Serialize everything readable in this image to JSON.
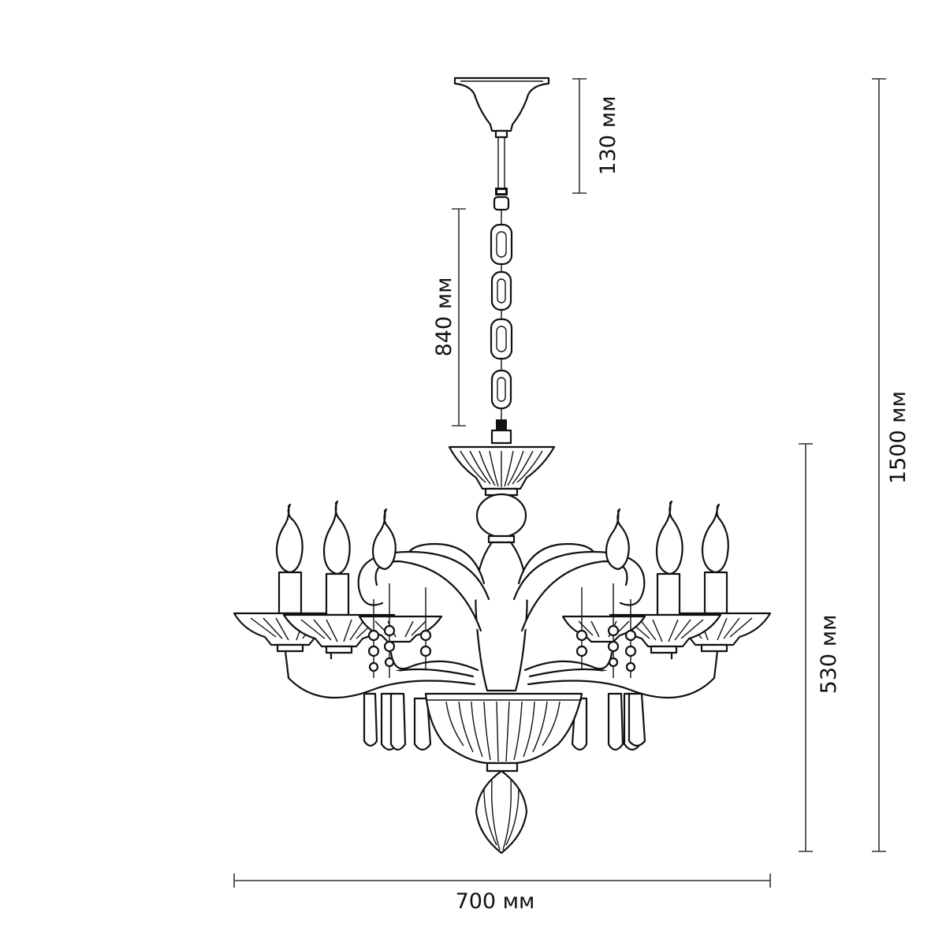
{
  "dimensions": {
    "ceiling_cup": "130 мм",
    "chain": "840 мм",
    "body": "530 мм",
    "total_height": "1500 мм",
    "width": "700 мм"
  }
}
